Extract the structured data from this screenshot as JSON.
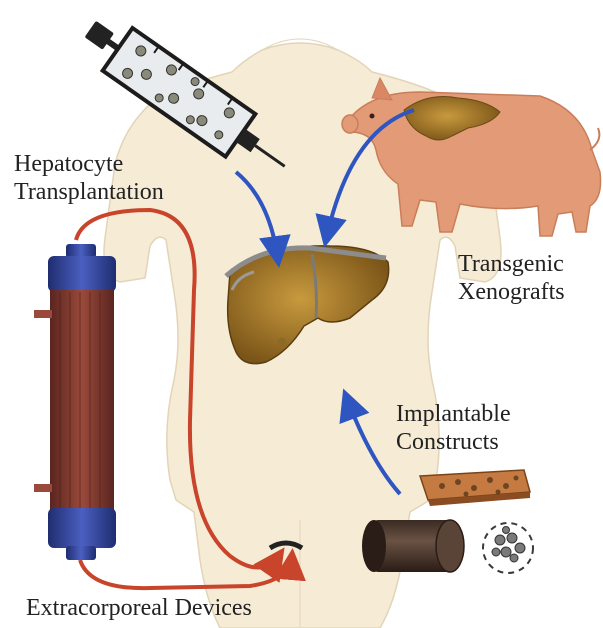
{
  "labels": {
    "hepatocyte": [
      "Hepatocyte",
      "Transplantation"
    ],
    "transgenic": [
      "Transgenic",
      "Xenografts"
    ],
    "implantable": [
      "Implantable",
      "Constructs"
    ],
    "extracorporeal": "Extracorporeal Devices"
  },
  "colors": {
    "body": "#f6ebd5",
    "body_outline": "#ded0b4",
    "liver": "#a87c2c",
    "pig": "#e39a76",
    "arrow_blue": "#2f56c0",
    "tube_red": "#c8442a",
    "device_body": "#7e3a30",
    "device_caps": "#2c3f95"
  },
  "icons": [
    "syringe-icon",
    "pig-icon",
    "liver-icon",
    "bioreactor-device-icon",
    "scaffold-sheet-icon",
    "cylinder-construct-icon",
    "cell-aggregate-icon"
  ]
}
